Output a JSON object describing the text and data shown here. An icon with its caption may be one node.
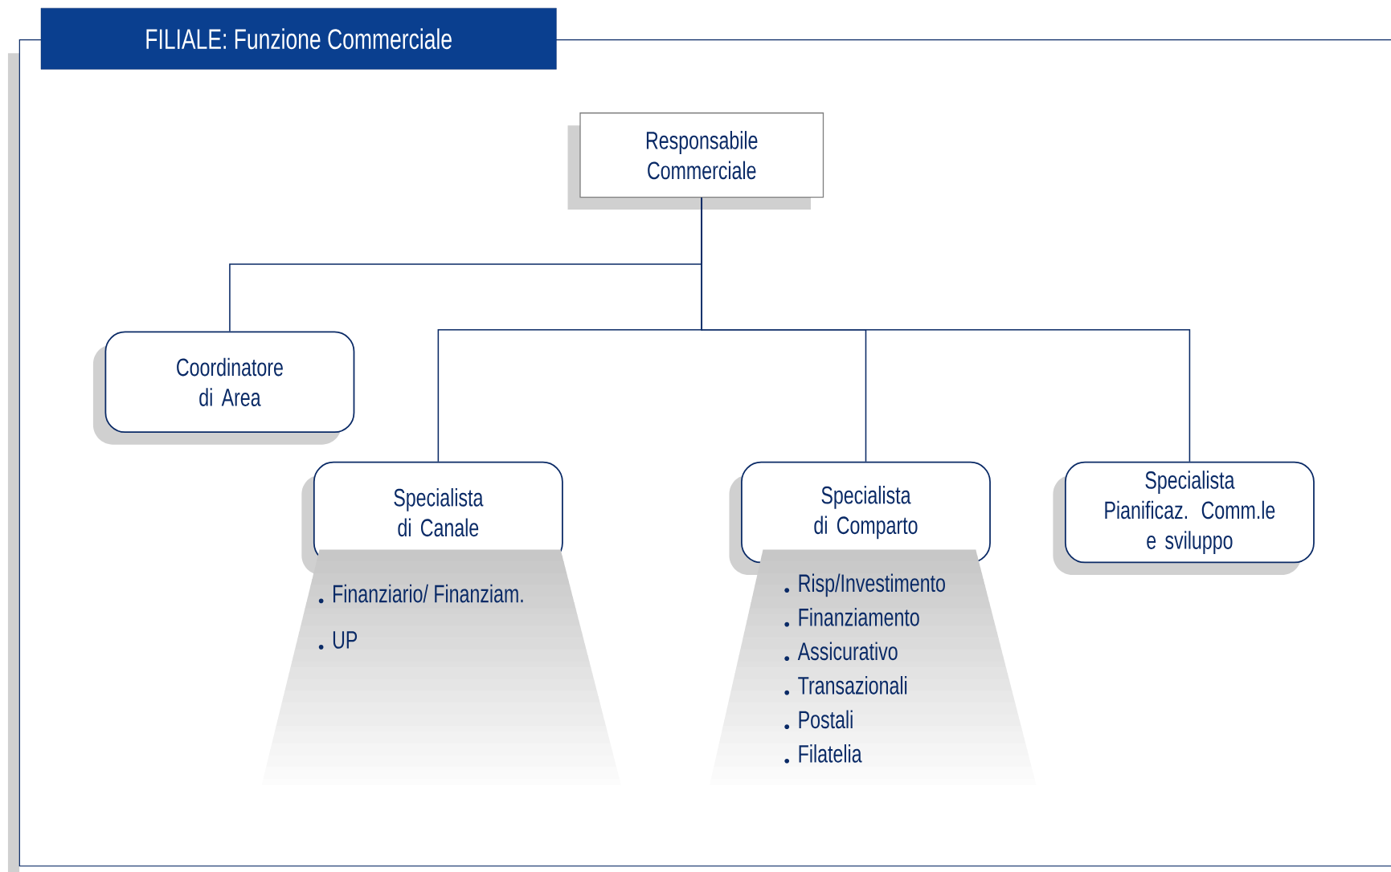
{
  "diagram": {
    "title": "FILIALE: Funzione Commerciale",
    "nodes": [
      {
        "text": [
          "Responsabile Commerciale"
        ]
      },
      {
        "text": [
          "Coordinatore di Area"
        ]
      },
      {
        "text": [
          "Specialista di Canale"
        ]
      },
      {
        "text": [
          "Specialista di Comparto"
        ]
      },
      {
        "text": [
          "Specialista Pianificaz. Comm.le e sviluppo"
        ]
      },
      {
        "text": [
          "Finanziario/ Finanziam.",
          "UP"
        ]
      },
      {
        "text": [
          "Risp/Investimento",
          "Finanziamento",
          "Assicurativo",
          "Transazionali",
          "Postali",
          "Filatelia"
        ]
      }
    ],
    "edges": [
      {
        "from": 0,
        "to": 1,
        "arrow": "none"
      },
      {
        "from": 0,
        "to": 2,
        "arrow": "none"
      },
      {
        "from": 0,
        "to": 3,
        "arrow": "none"
      },
      {
        "from": 0,
        "to": 4,
        "arrow": "none"
      }
    ]
  }
}
